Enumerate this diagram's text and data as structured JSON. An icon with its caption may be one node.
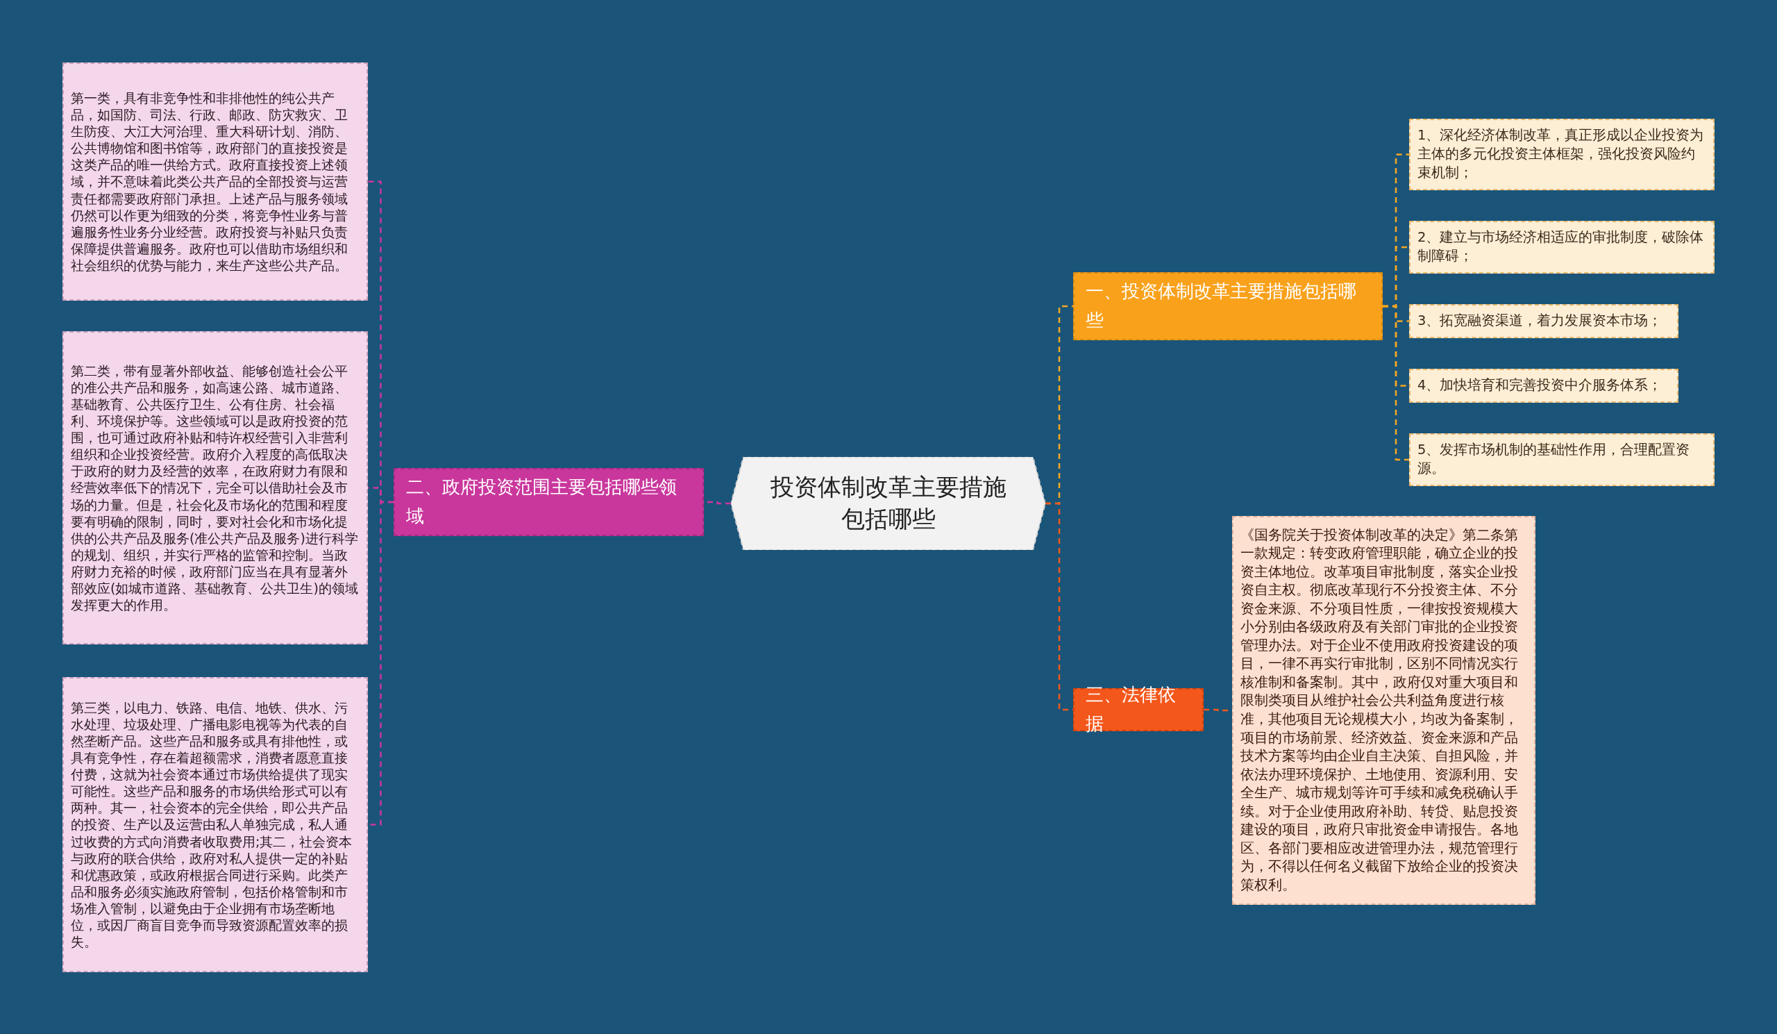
{
  "diagram": {
    "nodes": [
      {
        "text": [
          "投资体制改革主要措施包括哪些"
        ]
      },
      {
        "text": [
          "一、投资体制改革主要措施包括哪些"
        ]
      },
      {
        "text": [
          "1、深化经济体制改革，真正形成以企业投资为主体的多元化投资主体框架，强化投资风险约束机制；"
        ]
      },
      {
        "text": [
          "2、建立与市场经济相适应的审批制度，破除体制障碍；"
        ]
      },
      {
        "text": [
          "3、拓宽融资渠道，着力发展资本市场；"
        ]
      },
      {
        "text": [
          "4、加快培育和完善投资中介服务体系；"
        ]
      },
      {
        "text": [
          "5、发挥市场机制的基础性作用，合理配置资源。"
        ]
      },
      {
        "text": [
          "二、政府投资范围主要包括哪些领域"
        ]
      },
      {
        "text": [
          "第一类，具有非竞争性和非排他性的纯公共产品，如国防、司法、行政、邮政、防灾救灾、卫生防疫、大江大河治理、重大科研计划、消防、公共博物馆和图书馆等，政府部门的直接投资是这类产品的唯一供给方式。政府直接投资上述领域，并不意味着此类公共产品的全部投资与运营责任都需要政府部门承担。上述产品与服务领域仍然可以作更为细致的分类，将竞争性业务与普遍服务性业务分业经营。政府投资与补贴只负责保障提供普遍服务。政府也可以借助市场组织和社会组织的优势与能力，来生产这些公共产品。"
        ]
      },
      {
        "text": [
          "第二类，带有显著外部收益、能够创造社会公平的准公共产品和服务，如高速公路、城市道路、基础教育、公共医疗卫生、公有住房、社会福利、环境保护等。这些领域可以是政府投资的范围，也可通过政府补贴和特许权经营引入非营利组织和企业投资经营。政府介入程度的高低取决于政府的财力及经营的效率，在政府财力有限和经营效率低下的情况下，完全可以借助社会及市场的力量。但是，社会化及市场化的范围和程度要有明确的限制，同时，要对社会化和市场化提供的公共产品及服务(准公共产品及服务)进行科学的规划、组织，并实行严格的监管和控制。当政府财力充裕的时候，政府部门应当在具有显著外部效应(如城市道路、基础教育、公共卫生)的领域发挥更大的作用。"
        ]
      },
      {
        "text": [
          "第三类，以电力、铁路、电信、地铁、供水、污水处理、垃圾处理、广播电影电视等为代表的自然垄断产品。这些产品和服务或具有排他性，或具有竞争性，存在着超额需求，消费者愿意直接付费，这就为社会资本通过市场供给提供了现实可能性。这些产品和服务的市场供给形式可以有两种。其一，社会资本的完全供给，即公共产品的投资、生产以及运营由私人单独完成，私人通过收费的方式向消费者收取费用;其二，社会资本与政府的联合供给，政府对私人提供一定的补贴和优惠政策，或政府根据合同进行采购。此类产品和服务必须实施政府管制，包括价格管制和市场准入管制，以避免由于企业拥有市场垄断地位，或因厂商盲目竞争而导致资源配置效率的损失。"
        ]
      },
      {
        "text": [
          "三、法律依据"
        ]
      },
      {
        "text": [
          "《国务院关于投资体制改革的决定》第二条第一款规定：转变政府管理职能，确立企业的投资主体地位。改革项目审批制度，落实企业投资自主权。彻底改革现行不分投资主体、不分资金来源、不分项目性质，一律按投资规模大小分别由各级政府及有关部门审批的企业投资管理办法。对于企业不使用政府投资建设的项目，一律不再实行审批制，区别不同情况实行核准制和备案制。其中，政府仅对重大项目和限制类项目从维护社会公共利益角度进行核准，其他项目无论规模大小，均改为备案制，项目的市场前景、经济效益、资金来源和产品技术方案等均由企业自主决策、自担风险，并依法办理环境保护、土地使用、资源利用、安全生产、城市规划等许可手续和减免税确认手续。对于企业使用政府补助、转贷、贴息投资建设的项目，政府只审批资金申请报告。各地区、各部门要相应改进管理办法，规范管理行为，不得以任何名义截留下放给企业的投资决策权利。"
        ]
      }
    ],
    "edges": [
      {
        "from": 0,
        "to": 1,
        "arrow": "none",
        "style": "dashed"
      },
      {
        "from": 1,
        "to": 2,
        "arrow": "none",
        "style": "dashed"
      },
      {
        "from": 1,
        "to": 3,
        "arrow": "none",
        "style": "dashed"
      },
      {
        "from": 1,
        "to": 4,
        "arrow": "none",
        "style": "dashed"
      },
      {
        "from": 1,
        "to": 5,
        "arrow": "none",
        "style": "dashed"
      },
      {
        "from": 1,
        "to": 6,
        "arrow": "none",
        "style": "dashed"
      },
      {
        "from": 0,
        "to": 7,
        "arrow": "none",
        "style": "dashed",
        "color": "#c9379c"
      },
      {
        "from": 7,
        "to": 8,
        "arrow": "none",
        "style": "dashed",
        "color": "#c9379c"
      },
      {
        "from": 7,
        "to": 9,
        "arrow": "none",
        "style": "dashed",
        "color": "#c9379c"
      },
      {
        "from": 7,
        "to": 10,
        "arrow": "none",
        "style": "dashed",
        "color": "#c9379c"
      },
      {
        "from": 0,
        "to": 11,
        "arrow": "none",
        "style": "dashed",
        "color": "#f4571b"
      },
      {
        "from": 11,
        "to": 12,
        "arrow": "none",
        "style": "dashed",
        "color": "#f4571b"
      }
    ]
  }
}
